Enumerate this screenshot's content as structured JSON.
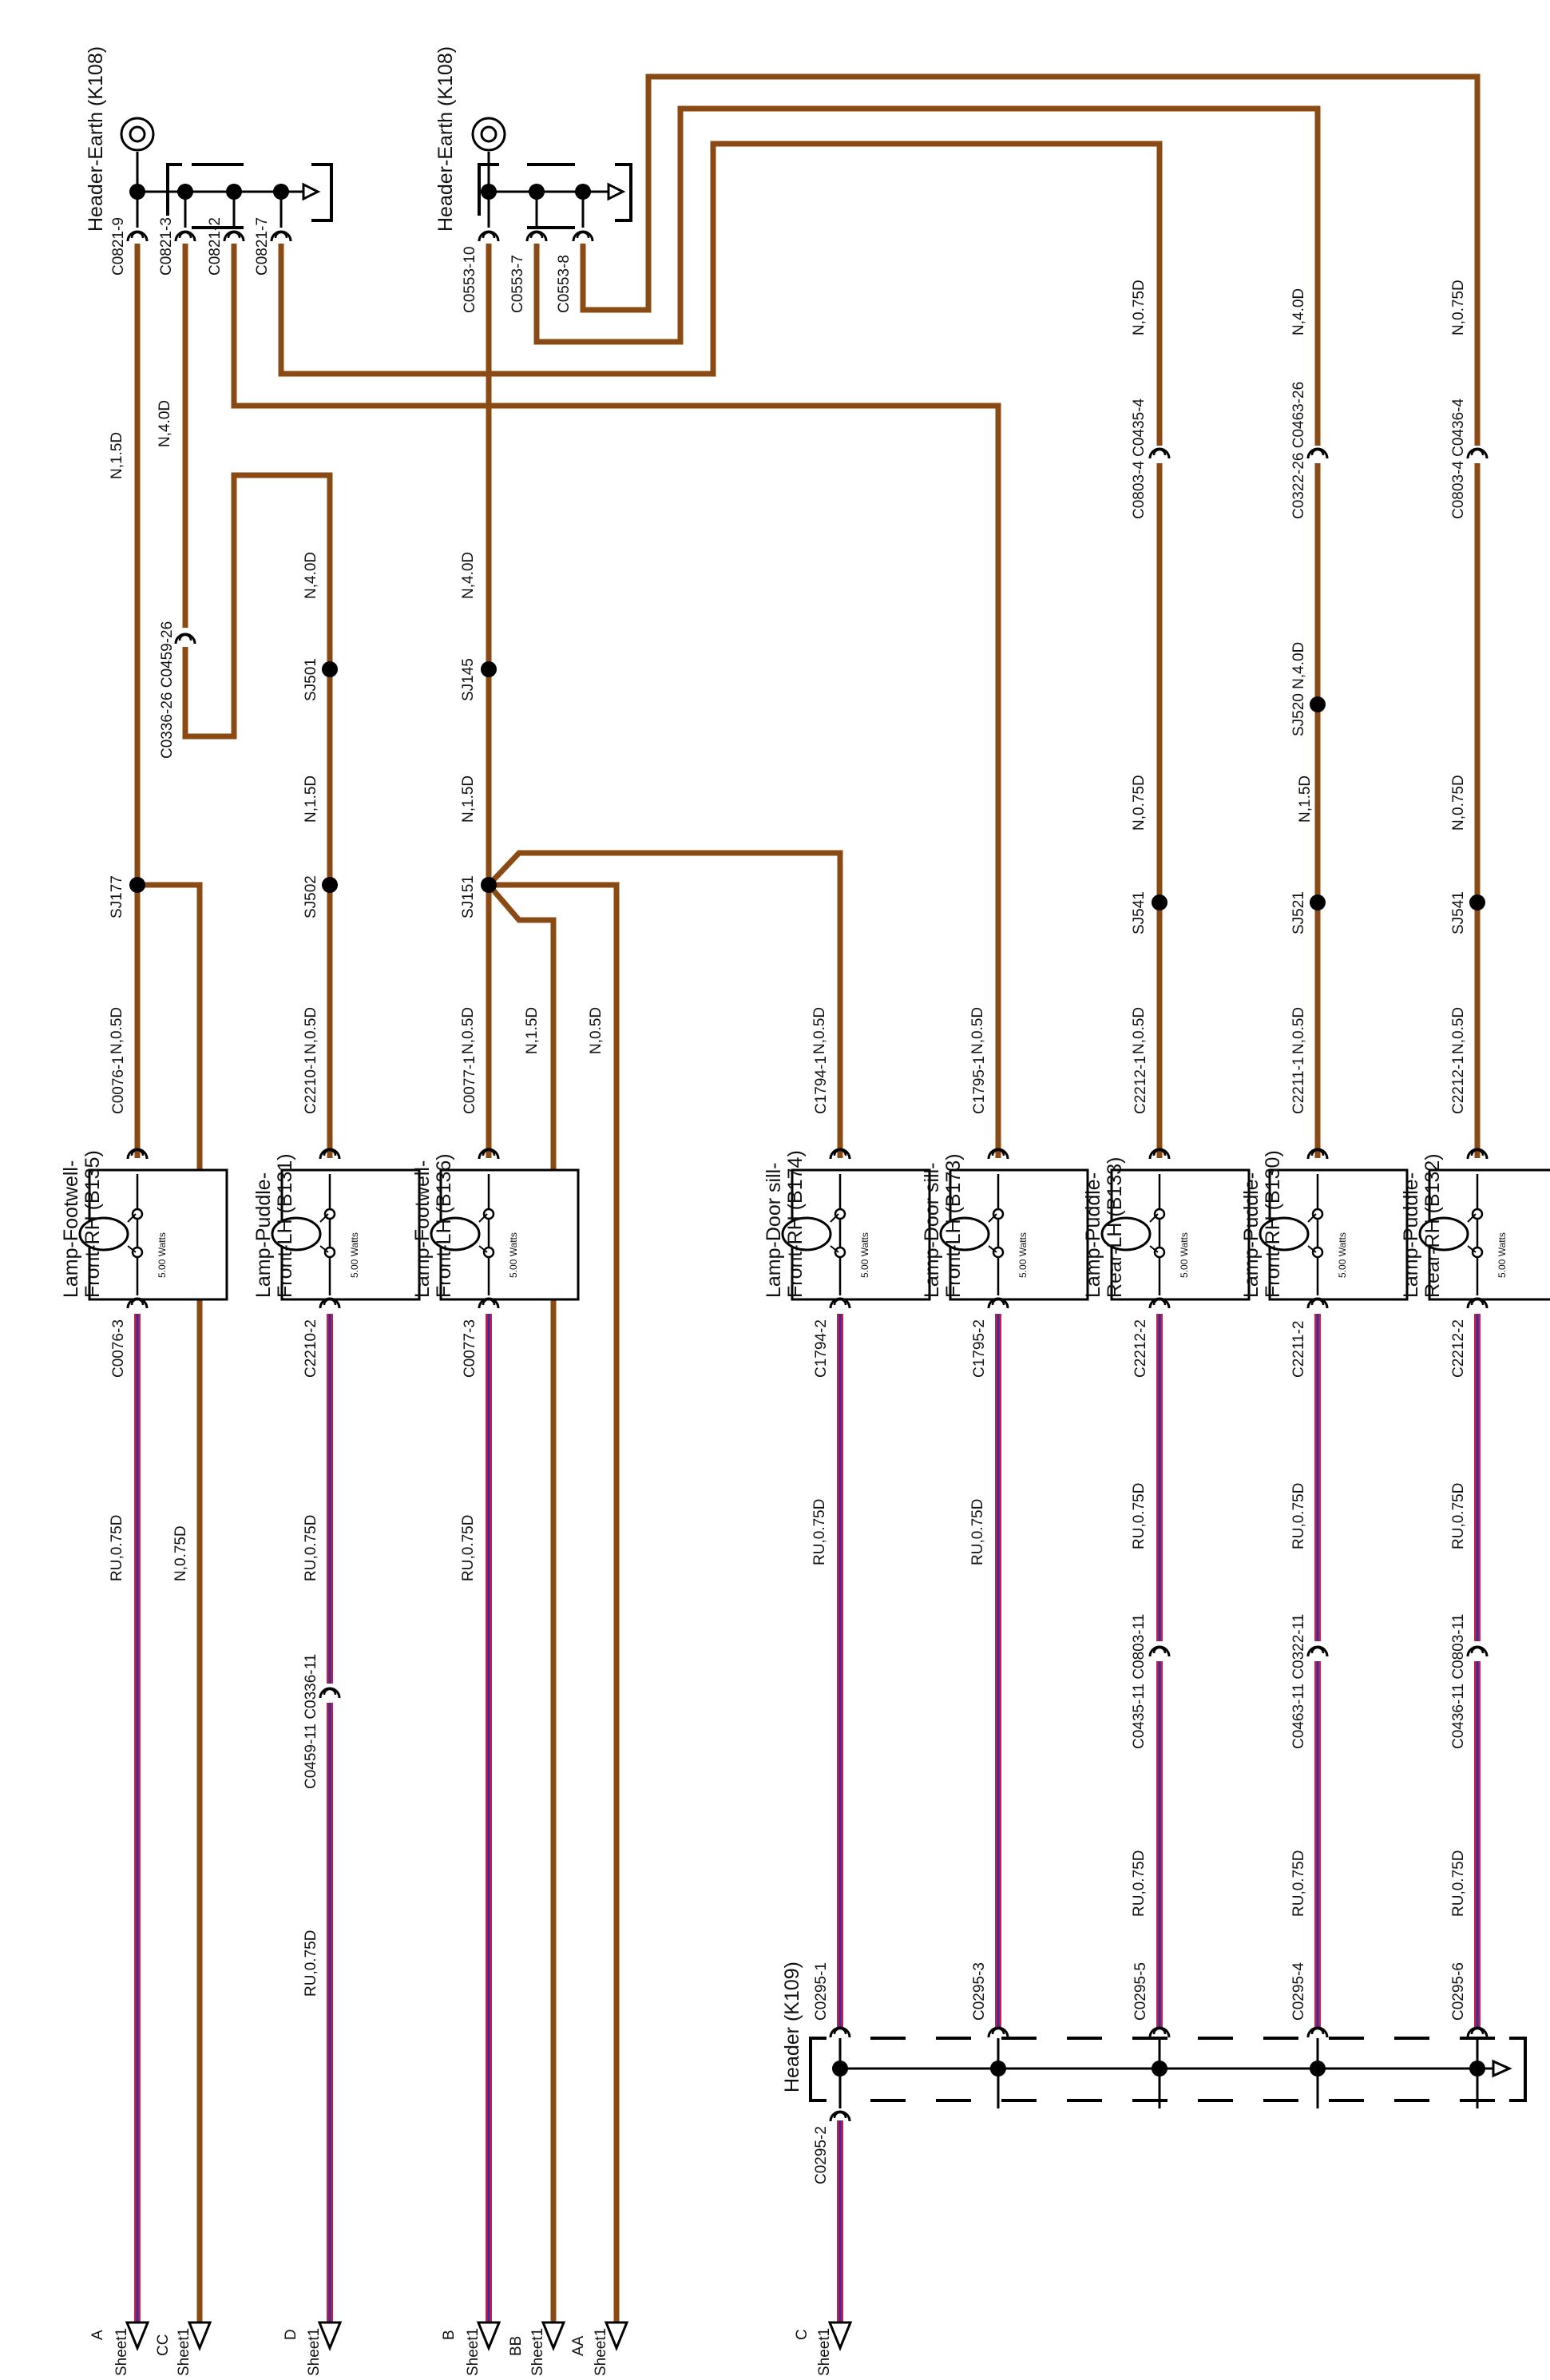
{
  "colors": {
    "earth": "#8B4A14",
    "feed_red": "#C4204A",
    "feed_blue": "#3B2C9C",
    "ink": "#000000"
  },
  "header_left": {
    "title": "Header-Earth (K108)",
    "pins": [
      "C0821-9",
      "C0821-3",
      "C0821-2",
      "C0821-7"
    ]
  },
  "header_mid": {
    "title": "Header-Earth (K108)",
    "pins": [
      "C0553-10",
      "C0553-7",
      "C0553-8"
    ]
  },
  "header_bottom": {
    "title": "Header (K109)",
    "pins": [
      "C0295-1",
      "C0295-3",
      "C0295-5",
      "C0295-4",
      "C0295-6",
      "C0295-2"
    ]
  },
  "wire_labels": [
    "N,1.5D",
    "N,4.0D",
    "N,4.0D",
    "N,4.0D",
    "N,1.5D",
    "N,1.5D",
    "N,1.5D",
    "N,0.5D",
    "N,0.5D",
    "N,0.5D",
    "N,1.5D",
    "N,0.5D",
    "N,0.5D",
    "N,0.5D",
    "N,0.75D",
    "N,4.0D",
    "N,0.75D",
    "N,0.75D",
    "N,0.75D",
    "N,0.5D",
    "N,0.5D",
    "N,0.5D",
    "N,0.75D",
    "RU,0.75D",
    "RU,0.75D",
    "RU,0.75D",
    "RU,0.75D",
    "RU,0.75D",
    "RU,0.75D",
    "RU,0.75D",
    "RU,0.75D",
    "RU,0.75D",
    "RU,0.75D",
    "RU,0.75D",
    "RU,0.75D"
  ],
  "connectors": [
    "C0336-26 C0459-26",
    "C0803-4 C0435-4",
    "C0322-26 C0463-26",
    "C0803-4 C0436-4",
    "C0459-11 C0336-11",
    "C0435-11 C0803-11",
    "C0463-11 C0322-11",
    "C0436-11 C0803-11"
  ],
  "splices": [
    "SJ177",
    "SJ501",
    "SJ502",
    "SJ145",
    "SJ151",
    "SJ541",
    "SJ521",
    "SJ541"
  ],
  "splice_sj520": "SJ520 N,4.0D",
  "lamps": [
    {
      "title": "Lamp-Footwell-",
      "sub": "Front-RH (B135)",
      "top": "C0076-1",
      "bottom": "C0076-3"
    },
    {
      "title": "Lamp-Puddle-",
      "sub": "Front-LH (B131)",
      "top": "C2210-1",
      "bottom": "C2210-2"
    },
    {
      "title": "Lamp-Footwell-",
      "sub": "Front-LH (B136)",
      "top": "C0077-1",
      "bottom": "C0077-3"
    },
    {
      "title": "Lamp-Door sill-",
      "sub": "Front-RH (B174)",
      "top": "C1794-1",
      "bottom": "C1794-2"
    },
    {
      "title": "Lamp-Door sill-",
      "sub": "Front-LH (B173)",
      "top": "C1795-1",
      "bottom": "C1795-2"
    },
    {
      "title": "Lamp-Puddle-",
      "sub": "Rear-LH (B133)",
      "top": "C2212-1",
      "bottom": "C2212-2"
    },
    {
      "title": "Lamp-Puddle-",
      "sub": "Front-RH (B130)",
      "top": "C2211-1",
      "bottom": "C2211-2"
    },
    {
      "title": "Lamp-Puddle-",
      "sub": "Rear-RH (B132)",
      "top": "C2212-1",
      "bottom": "C2212-2"
    }
  ],
  "watts": "5.00 Watts",
  "offsheet": [
    {
      "letter": "A",
      "sheet": "Sheet1"
    },
    {
      "letter": "CC",
      "sheet": "Sheet1"
    },
    {
      "letter": "D",
      "sheet": "Sheet1"
    },
    {
      "letter": "B",
      "sheet": "Sheet1"
    },
    {
      "letter": "BB",
      "sheet": "Sheet1"
    },
    {
      "letter": "AA",
      "sheet": "Sheet1"
    },
    {
      "letter": "C",
      "sheet": "Sheet1"
    }
  ]
}
